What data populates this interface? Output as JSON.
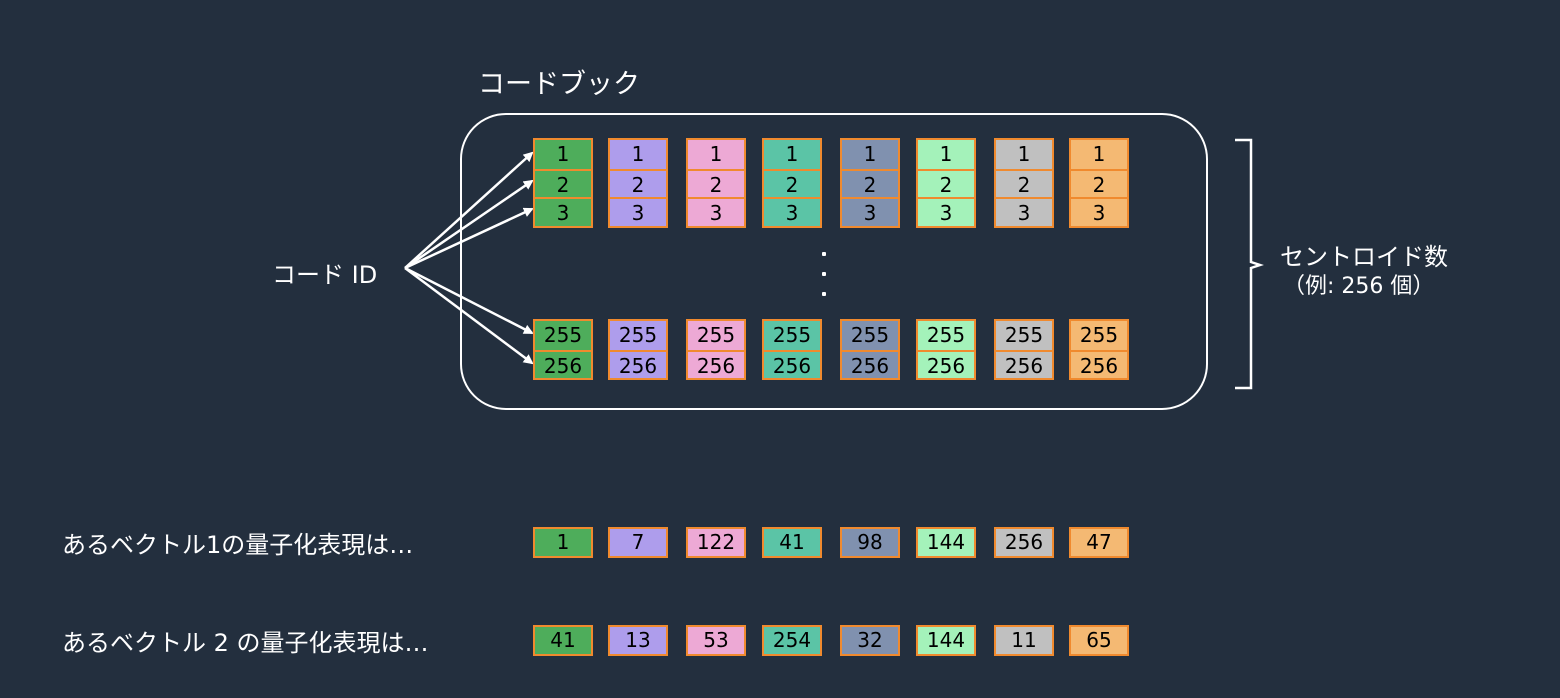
{
  "title": "コードブック",
  "code_id_label": "コード ID",
  "centroid_label": {
    "line1": "セントロイド数",
    "line2": "（例: 256 個）"
  },
  "colors": {
    "background": "#232F3E",
    "border": "#F08A2E",
    "subspaces": [
      "#4EAD5B",
      "#AE9DEC",
      "#EDA9D5",
      "#5BC4A6",
      "#8091AF",
      "#A4F2BA",
      "#C0C0C0",
      "#F4B973"
    ]
  },
  "codebook": {
    "top_ids": [
      "1",
      "2",
      "3"
    ],
    "bottom_ids": [
      "255",
      "256"
    ],
    "ellipsis": "⋮",
    "subspace_count": 8
  },
  "quantized": [
    {
      "label": "あるベクトル1の量子化表現は…",
      "codes": [
        "1",
        "7",
        "122",
        "41",
        "98",
        "144",
        "256",
        "47"
      ]
    },
    {
      "label": "あるベクトル 2 の量子化表現は…",
      "codes": [
        "41",
        "13",
        "53",
        "254",
        "32",
        "144",
        "11",
        "65"
      ]
    }
  ]
}
